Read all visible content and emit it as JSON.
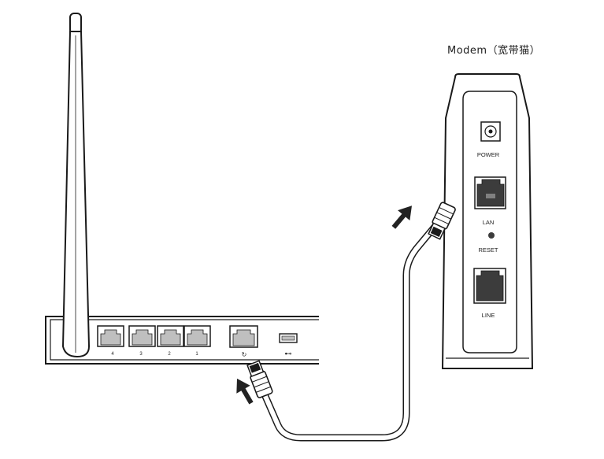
{
  "modem": {
    "caption": "Modem（宽带猫）",
    "labels": {
      "power": "POWER",
      "lan": "LAN",
      "reset": "RESET",
      "line": "LINE"
    }
  },
  "router": {
    "lan_port_numbers": [
      "4",
      "3",
      "2",
      "1"
    ],
    "wan_port_symbol": "↻",
    "usb_port_symbol": "⊷"
  },
  "colors": {
    "stroke": "#1a1a1a",
    "port_fill": "#bfbfbf",
    "jack_fill": "#3c3c3c",
    "arrow_fill": "#222222"
  }
}
